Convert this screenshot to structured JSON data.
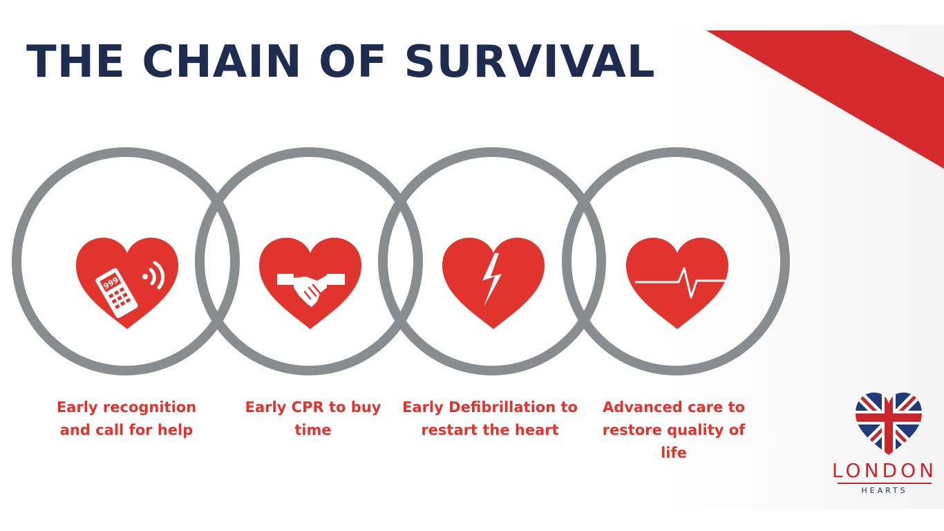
{
  "title": "THE CHAIN OF SURVIVAL",
  "steps": [
    {
      "label": "Early recognition and call for help",
      "icon": "phone-heart-icon"
    },
    {
      "label": "Early CPR to buy time",
      "icon": "handshake-heart-icon"
    },
    {
      "label": "Early Defibrillation to restart the heart",
      "icon": "broken-heart-icon"
    },
    {
      "label": "Advanced care to restore quality of life",
      "icon": "heartbeat-heart-icon"
    }
  ],
  "phone_text": "999",
  "logo": {
    "word": "LONDON",
    "sub": "HEARTS"
  },
  "colors": {
    "title": "#1e2d4f",
    "accent": "#e0342c",
    "ring": "#8a8d90",
    "ribbon": "#d42a2e"
  }
}
